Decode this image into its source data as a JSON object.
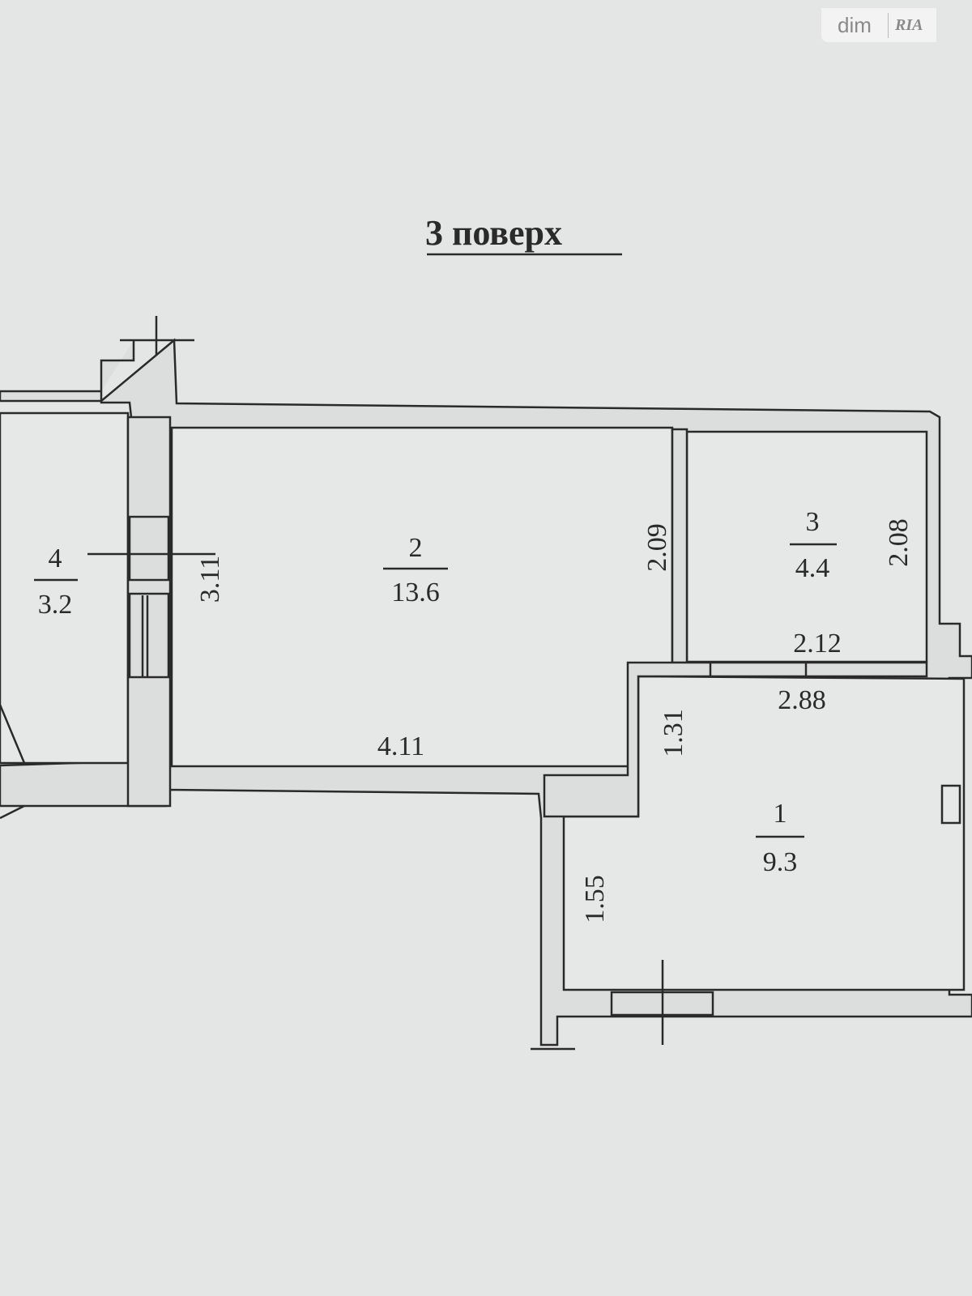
{
  "title": "3  поверх",
  "logo": {
    "left": "dim",
    "right": "RIA"
  },
  "rooms": [
    {
      "number": "1",
      "area": "9.3"
    },
    {
      "number": "2",
      "area": "13.6"
    },
    {
      "number": "3",
      "area": "4.4"
    },
    {
      "number": "4",
      "area": "3.2"
    }
  ],
  "dimensions": {
    "d311": "3.11",
    "d209": "2.09",
    "d208": "2.08",
    "d212": "2.12",
    "d288": "2.88",
    "d131": "1.31",
    "d411": "4.11",
    "d155": "1.55"
  }
}
